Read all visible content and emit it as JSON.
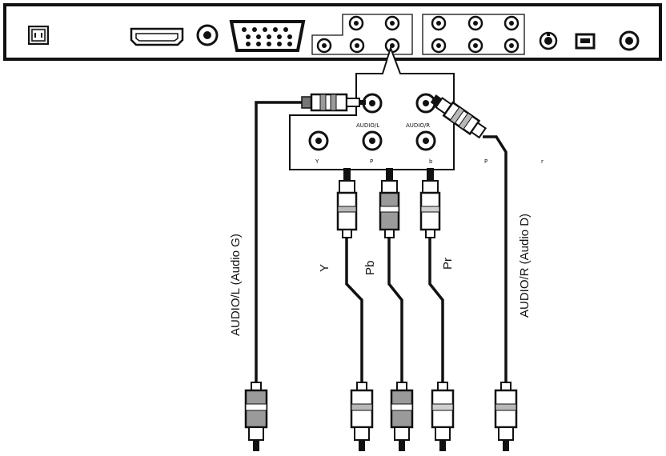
{
  "colors": {
    "line": "#111111",
    "panel": "#ffffff",
    "shade": "#9a9a9a",
    "gray": "#b8b8b8"
  },
  "icons": [
    "power-socket-icon",
    "hdmi-port-icon",
    "vga-port-icon",
    "s-video-port-icon",
    "usb-port-icon"
  ],
  "inset": {
    "audio_l": "AUDIO/L",
    "audio_r": "AUDIO/R",
    "y": "Y",
    "p": "P",
    "b": "b",
    "p2": "P",
    "r": "r"
  },
  "cables": {
    "audio_left": "AUDIO/L (Audio G)",
    "audio_right": "AUDIO/R (Audio D)",
    "y": "Y",
    "pb": "Pb",
    "pr": "Pr"
  }
}
